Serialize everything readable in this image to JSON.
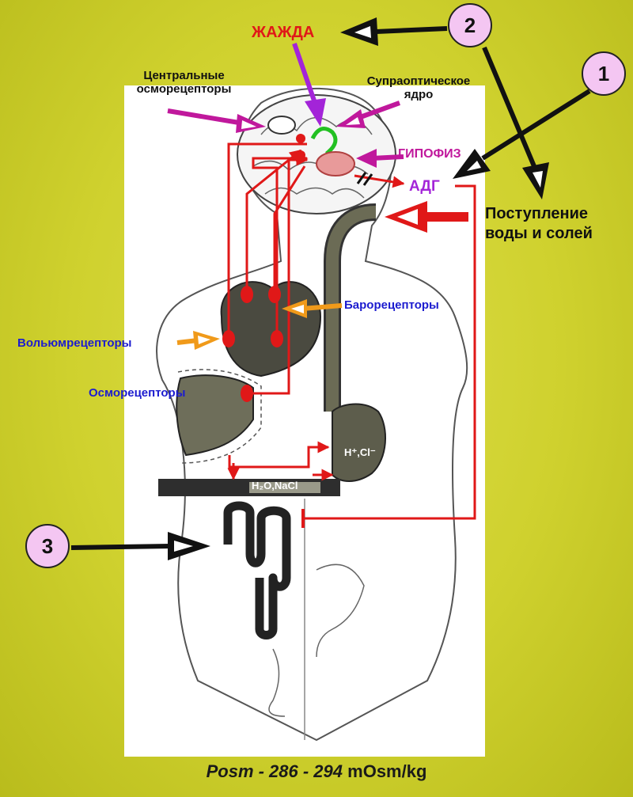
{
  "labels": {
    "thirst": "ЖАЖДА",
    "central_osmoreceptors_l1": "Центральные",
    "central_osmoreceptors_l2": "осморецепторы",
    "supraoptic_l1": "Супраоптическое",
    "supraoptic_l2": "ядро",
    "pituitary": "ГИПОФИЗ",
    "adh": "АДГ",
    "intake_l1": "Поступление",
    "intake_l2": "воды и солей",
    "baroreceptors": "Барорецепторы",
    "volumereceptors": "Вольюмрецепторы",
    "osmoreceptors": "Осморецепторы",
    "h_cl": "H⁺,Cl⁻",
    "h2o_nacl": "H₂O,NaCl"
  },
  "markers": {
    "one": "1",
    "two": "2",
    "three": "3"
  },
  "footer": {
    "formula": "Posm - 286 - 294",
    "unit": " mOsm/kg"
  },
  "colors": {
    "background": "#cfd12e",
    "red": "#e01818",
    "magenta": "#c0189c",
    "orange": "#f09a1a",
    "blue": "#1c1ccf",
    "purple": "#a324d8",
    "marker_fill": "#f4c6f2"
  }
}
